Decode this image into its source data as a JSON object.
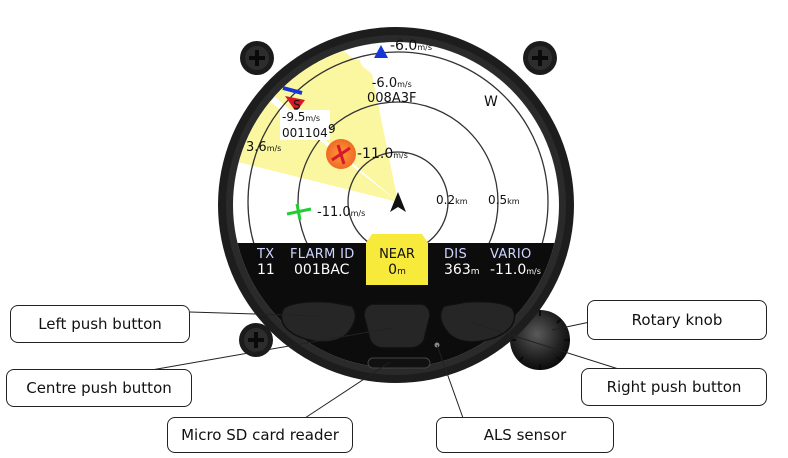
{
  "display": {
    "radar": {
      "targets": [
        {
          "vario": "-6.0",
          "unit": "m/s",
          "id": "008A3F"
        },
        {
          "vario": "-9.5",
          "unit": "m/s",
          "id": "001104"
        },
        {
          "vario": "-11.0",
          "unit": "m/s"
        },
        {
          "vario": "-11.0",
          "unit": "m/s"
        },
        {
          "vario": "-6.0",
          "unit": "m/s"
        }
      ],
      "left_vario": {
        "value": "3.6",
        "unit": "m/s"
      },
      "compass": {
        "west": "W",
        "south": "S",
        "clip9": "9"
      },
      "ranges": [
        {
          "value": "0.2",
          "unit": "km"
        },
        {
          "value": "0.5",
          "unit": "km"
        }
      ]
    },
    "status_bar": {
      "tx": {
        "header": "TX",
        "value": "11"
      },
      "flarm_id": {
        "header": "FLARM ID",
        "value": "001BAC"
      },
      "near": {
        "header": "NEAR",
        "value": "0",
        "unit": "m"
      },
      "dis": {
        "header": "DIS",
        "value": "363",
        "unit": "m"
      },
      "vario": {
        "header": "VARIO",
        "value": "-11.0",
        "unit": "m/s"
      }
    }
  },
  "callouts": {
    "left_push_button": "Left push button",
    "centre_push_button": "Centre push button",
    "micro_sd": "Micro SD card reader",
    "als_sensor": "ALS sensor",
    "rotary_knob": "Rotary knob",
    "right_push_button": "Right push button"
  },
  "colors": {
    "bezel": "#1d1d1d",
    "near_yellow": "#f7ea3a",
    "beam_yellow": "#fbf7a0",
    "flarm_red": "#d6182a",
    "flarm_blue": "#1537d6",
    "target_green": "#22cc33"
  }
}
